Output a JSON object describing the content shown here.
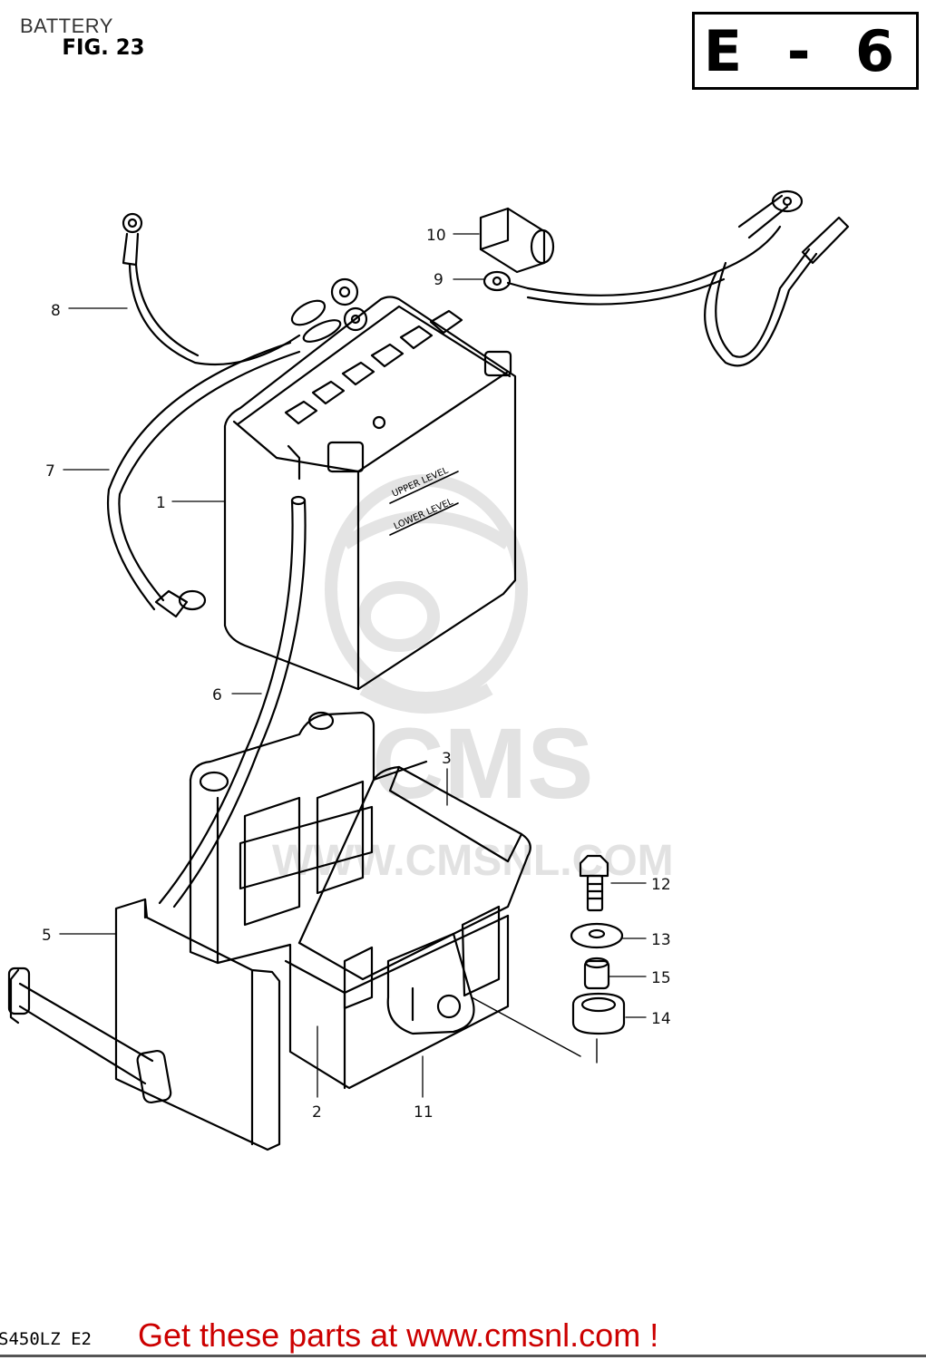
{
  "header": {
    "title": "BATTERY",
    "figure": "FIG. 23",
    "section": "E - 6"
  },
  "watermark": {
    "brand": "CMS",
    "url": "WWW.CMSNL.COM"
  },
  "callouts": [
    {
      "id": "part-1",
      "number": "1"
    },
    {
      "id": "part-2",
      "number": "2"
    },
    {
      "id": "part-3",
      "number": "3"
    },
    {
      "id": "part-5",
      "number": "5"
    },
    {
      "id": "part-6",
      "number": "6"
    },
    {
      "id": "part-7",
      "number": "7"
    },
    {
      "id": "part-8",
      "number": "8"
    },
    {
      "id": "part-9",
      "number": "9"
    },
    {
      "id": "part-10",
      "number": "10"
    },
    {
      "id": "part-11",
      "number": "11"
    },
    {
      "id": "part-12",
      "number": "12"
    },
    {
      "id": "part-13",
      "number": "13"
    },
    {
      "id": "part-14",
      "number": "14"
    },
    {
      "id": "part-15",
      "number": "15"
    }
  ],
  "battery_labels": {
    "upper": "UPPER LEVEL",
    "lower": "LOWER LEVEL"
  },
  "footer": {
    "model": "S450LZ E2",
    "link_text": "Get these parts at www.cmsnl.com !"
  }
}
